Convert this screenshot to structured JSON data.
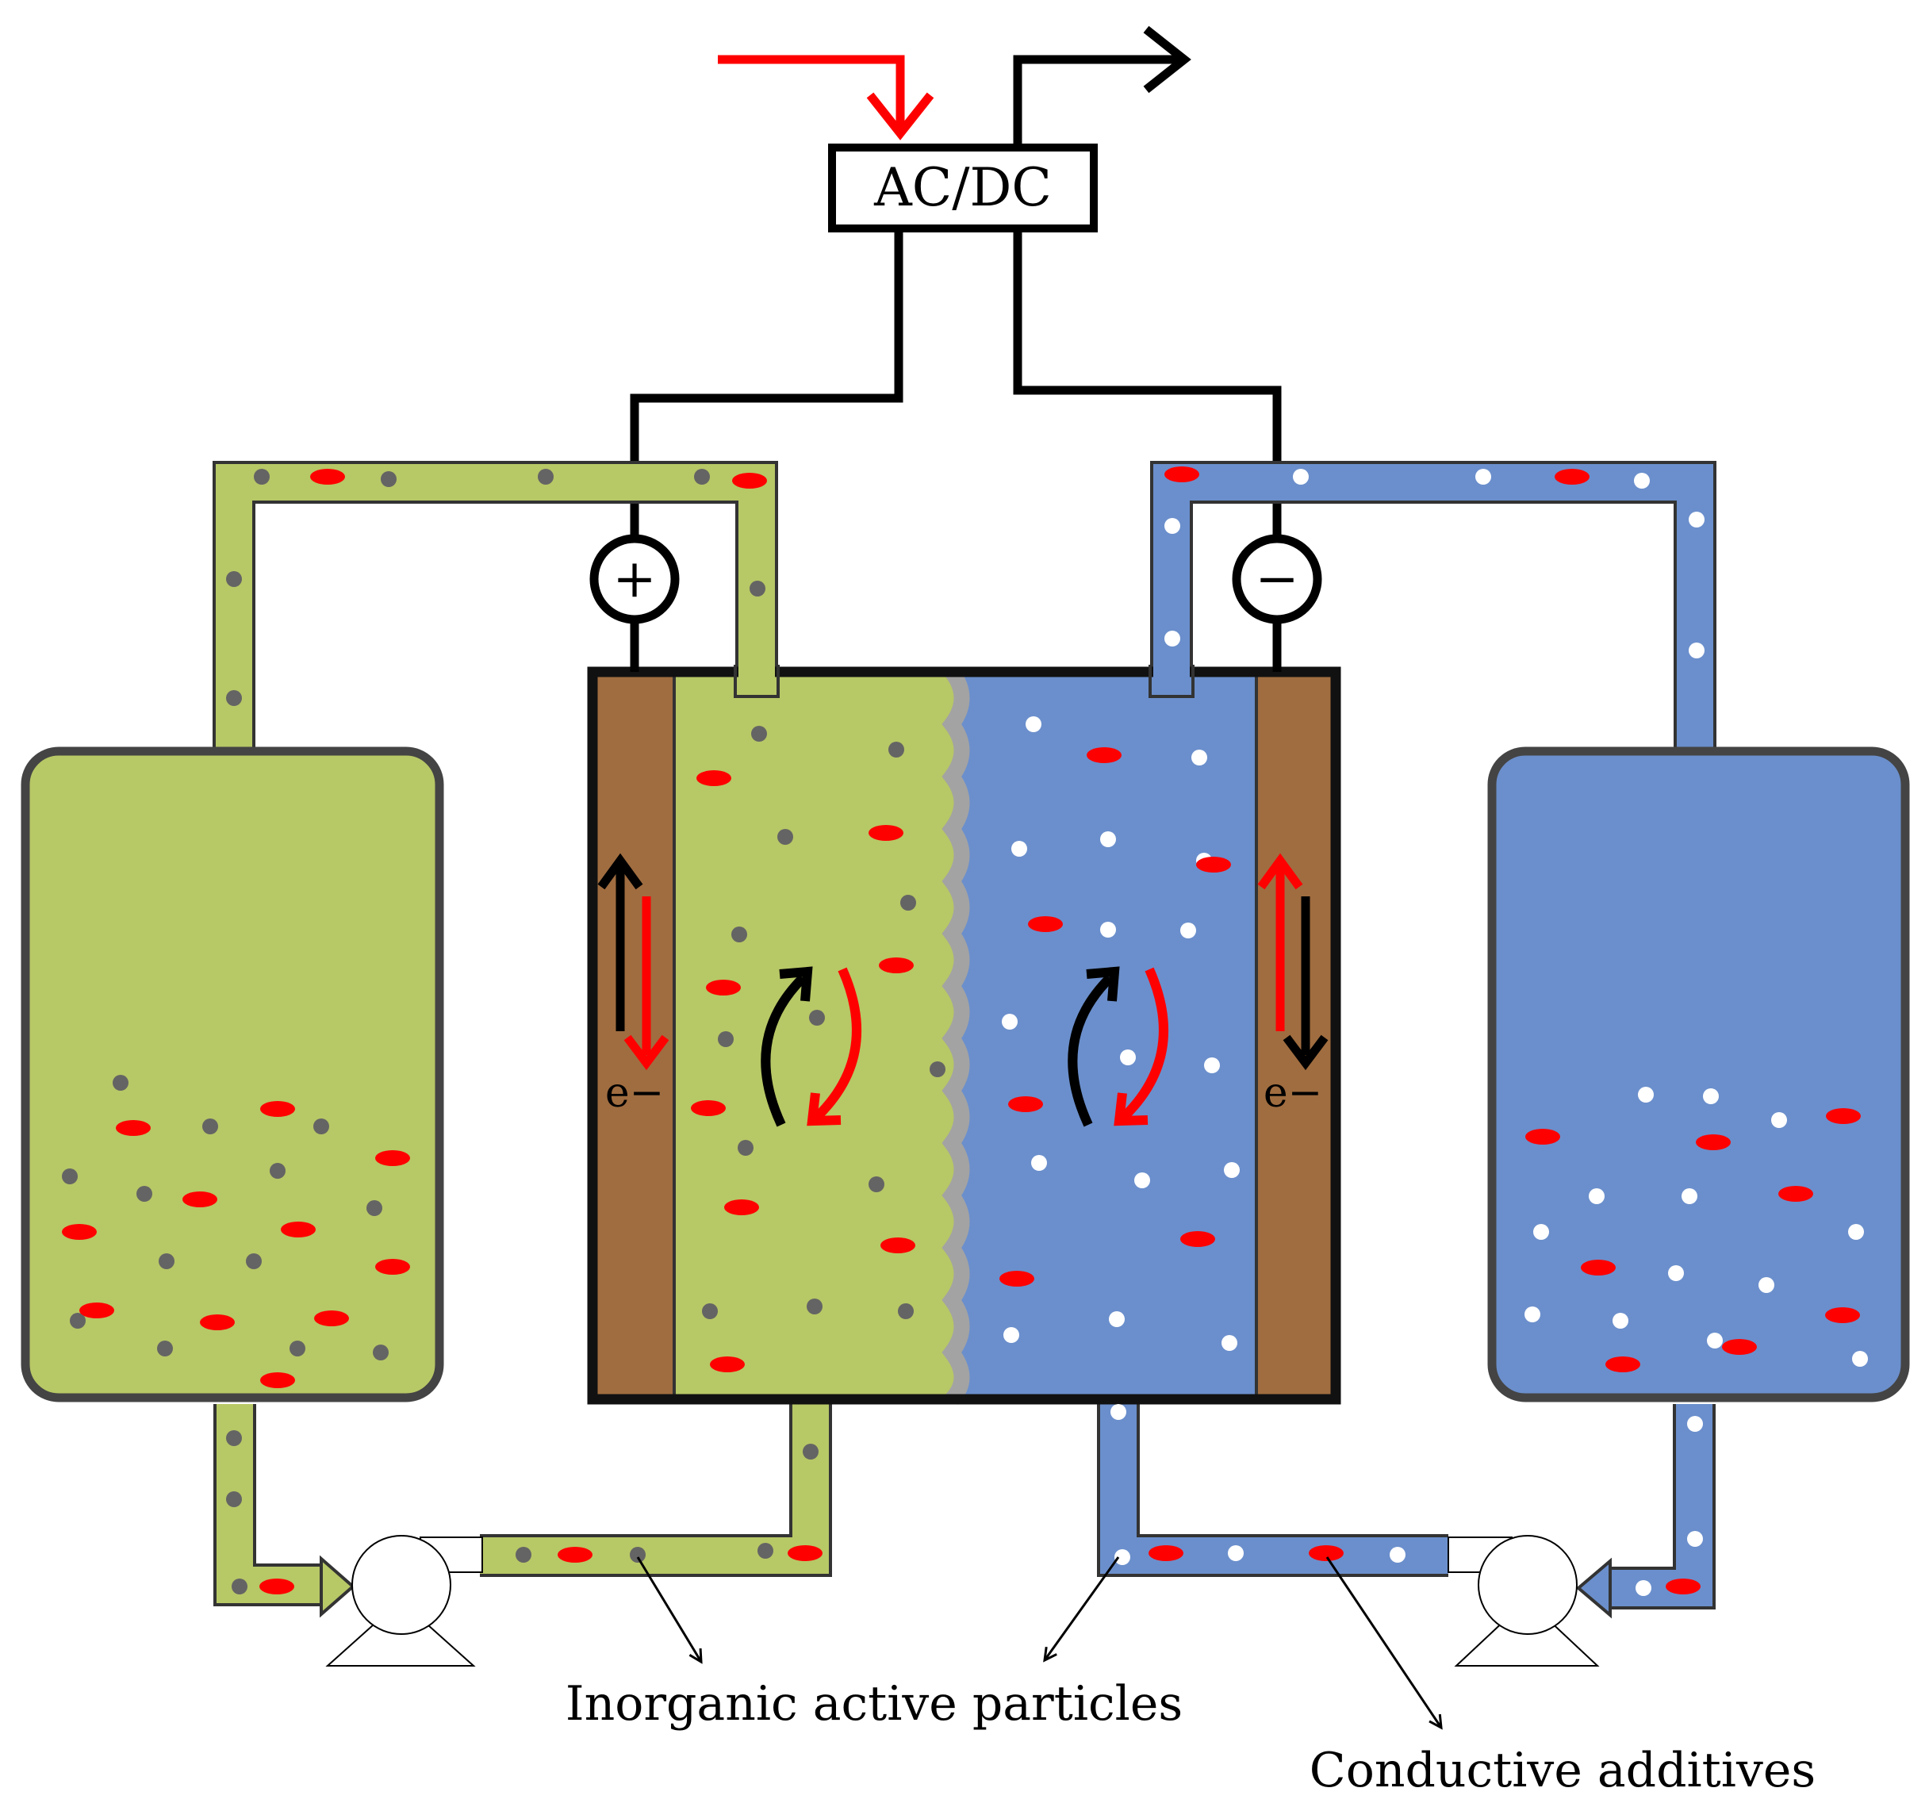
{
  "converter": {
    "label": "AC/DC"
  },
  "terminals": {
    "positive": "+",
    "negative": "−"
  },
  "electron_labels": {
    "left": "e−",
    "right": "e−"
  },
  "callouts": {
    "active_particles": "Inorganic active particles",
    "conductive_additives": "Conductive additives"
  },
  "colors": {
    "positive_electrolyte": "#b7c866",
    "negative_electrolyte": "#6b8fcc",
    "electrode": "#a06d40",
    "membrane": "#a3a3a3",
    "active_particle": "#ff0000",
    "additive_catholyte": "#646464",
    "additive_anolyte": "#ffffff",
    "input_arrow": "#ff0000",
    "output_arrow": "#000000"
  }
}
